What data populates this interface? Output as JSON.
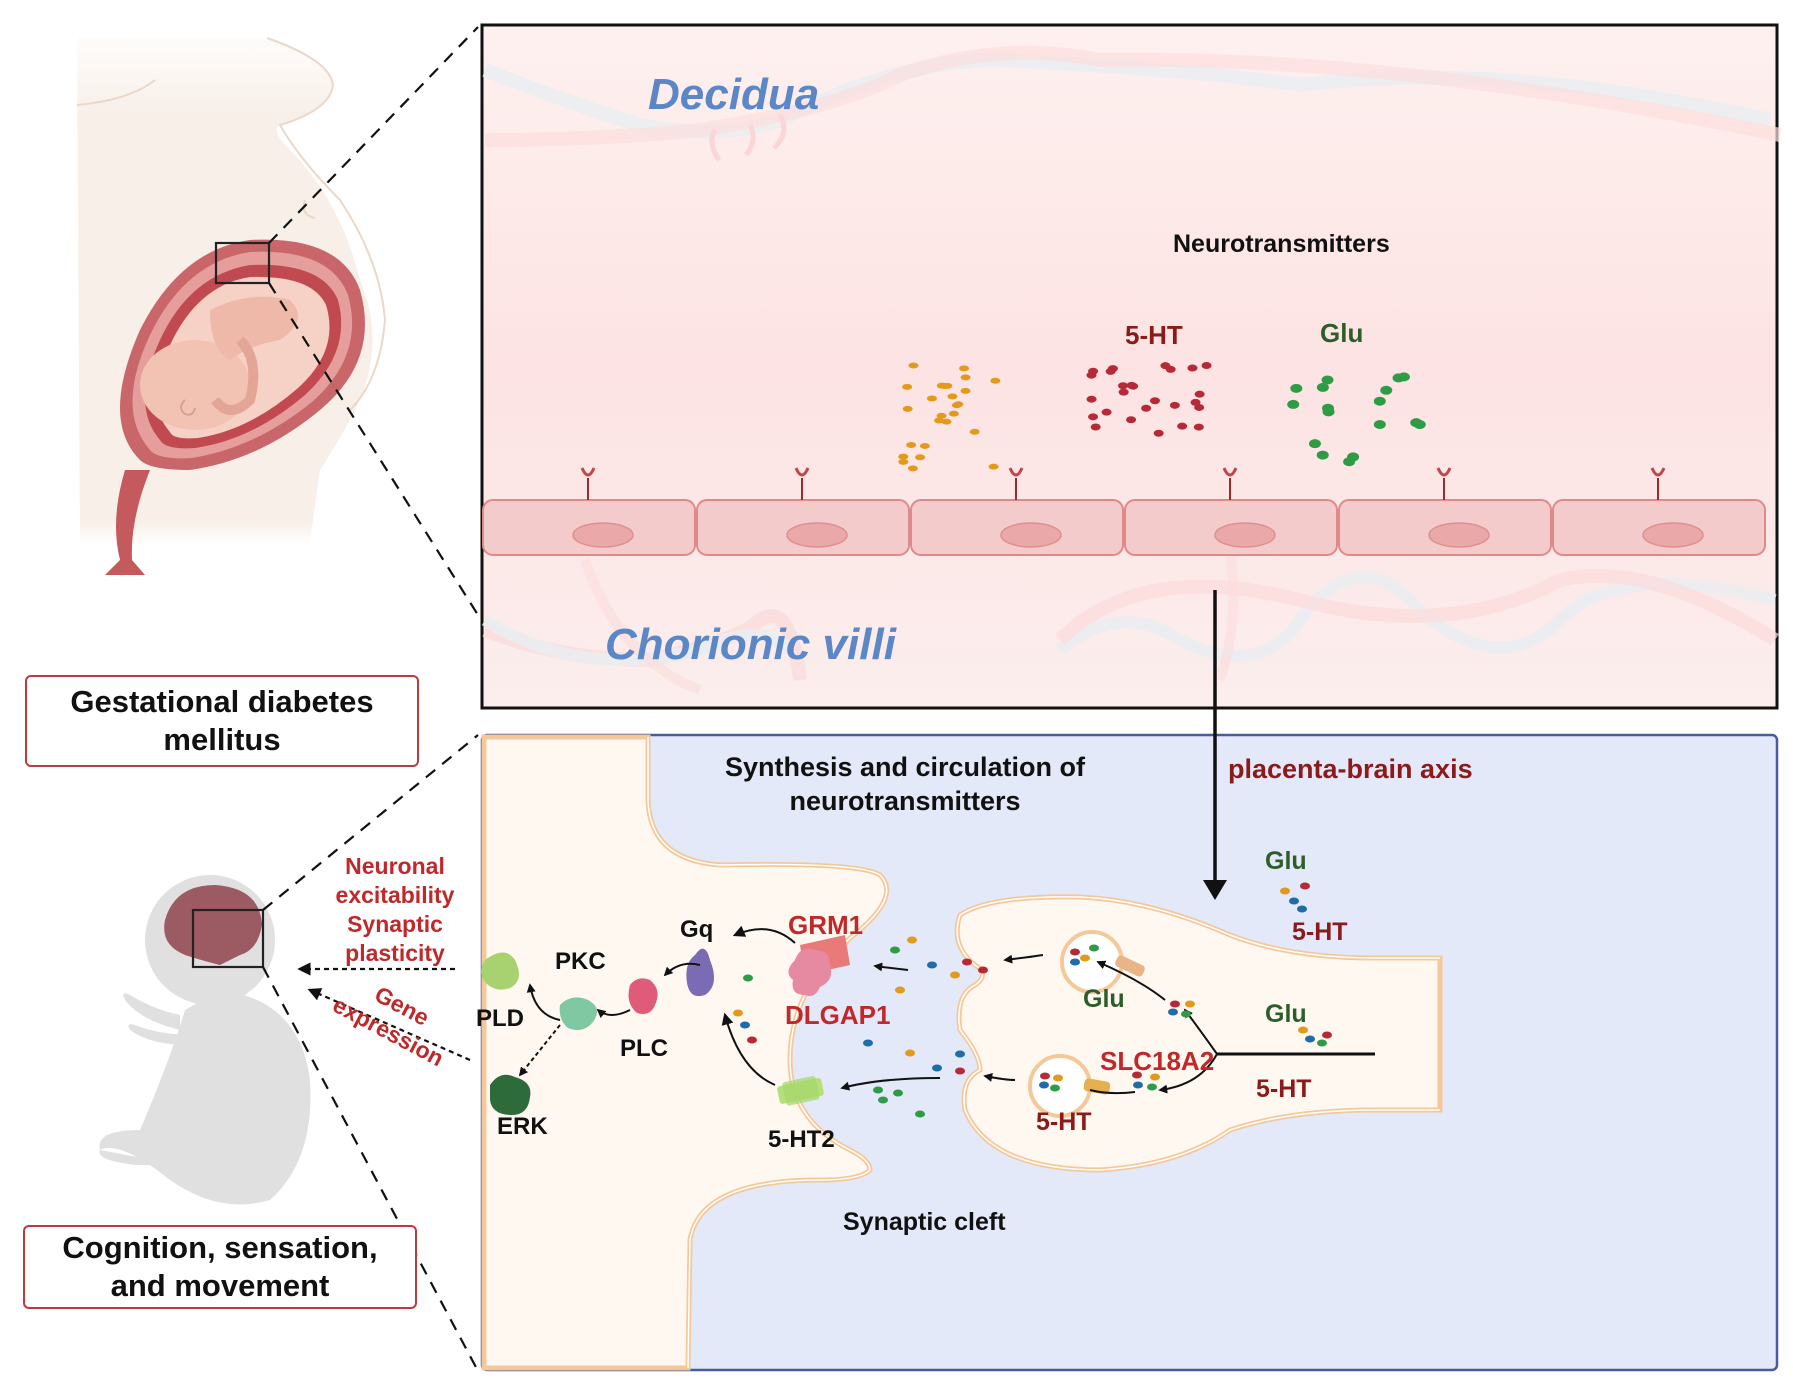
{
  "left_panel": {
    "top_box_label_line1": "Gestational diabetes",
    "top_box_label_line2": "mellitus",
    "bottom_box_label_line1": "Cognition, sensation,",
    "bottom_box_label_line2": "and movement",
    "effects": {
      "line1": "Neuronal",
      "line2": "excitability",
      "line3": "Synaptic",
      "line4": "plasticity",
      "gene_line1": "Gene",
      "gene_line2": "expression"
    }
  },
  "placenta_panel": {
    "decidua_label": "Decidua",
    "chorionic_label": "Chorionic villi",
    "neurotransmitters_title": "Neurotransmitters",
    "serotonin_label": "5-HT",
    "glutamate_label": "Glu"
  },
  "axis_label": "placenta-brain axis",
  "synapse_panel": {
    "title_line1": "Synthesis and circulation of",
    "title_line2": "neurotransmitters",
    "cleft_label": "Synaptic cleft",
    "proteins": {
      "pld": "PLD",
      "pkc": "PKC",
      "plc": "PLC",
      "gq": "Gq",
      "erk": "ERK",
      "grm1": "GRM1",
      "dlgap1": "DLGAP1",
      "ht2": "5-HT2",
      "slc18a2": "SLC18A2"
    },
    "vesicle_glu": "Glu",
    "vesicle_5ht": "5-HT",
    "axon_glu": "Glu",
    "axon_5ht": "5-HT",
    "outside_glu": "Glu",
    "outside_5ht": "5-HT"
  },
  "colors": {
    "serotonin": "#8b1a1a",
    "glutamate": "#2d5e2a",
    "tissue_label": "#5b87c7",
    "gene_red": "#c0282a",
    "synapse_bg": "#e3e9f8",
    "membrane": "#f5c89a"
  }
}
